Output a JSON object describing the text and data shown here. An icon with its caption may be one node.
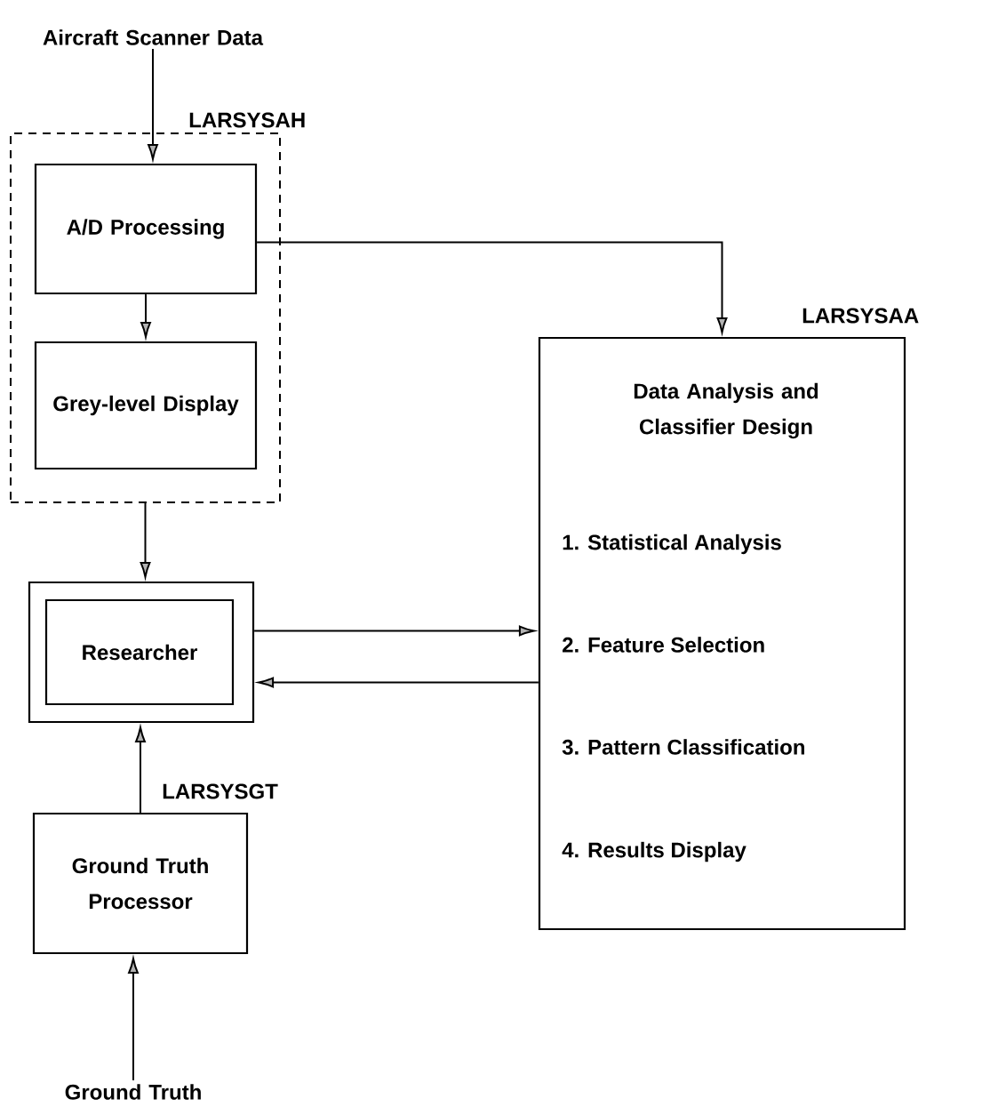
{
  "diagram": {
    "nodes": [
      {
        "text": [
          "Aircraft Scanner Data"
        ]
      },
      {
        "text": [
          "LARSYSAH"
        ]
      },
      {
        "text": [
          "A/D Processing"
        ],
        "in": 1
      },
      {
        "text": [
          "Grey-level Display"
        ],
        "in": 1
      },
      {
        "text": [
          "LARSYSAA",
          "Data Analysis and Classifier Design",
          "1. Statistical Analysis",
          "2. Feature Selection",
          "3. Pattern Classification",
          "4. Results Display"
        ]
      },
      {
        "text": [],
        "shape": "box"
      },
      {
        "text": [
          "Researcher"
        ],
        "in": 5
      },
      {
        "text": [
          "LARSYSGT",
          "Ground Truth Processor"
        ]
      },
      {
        "text": [
          "Ground Truth"
        ]
      }
    ],
    "edges": [
      {
        "from": 0,
        "to": 2,
        "arrow": "to"
      },
      {
        "from": 2,
        "to": 3,
        "arrow": "to"
      },
      {
        "from": 1,
        "to": 5,
        "arrow": "to"
      },
      {
        "from": 2,
        "to": 4,
        "arrow": "to"
      },
      {
        "from": 5,
        "to": 4,
        "arrow": "to"
      },
      {
        "from": 4,
        "to": 5,
        "arrow": "to"
      },
      {
        "from": 7,
        "to": 5,
        "arrow": "to"
      },
      {
        "from": 8,
        "to": 7,
        "arrow": "to"
      }
    ]
  }
}
